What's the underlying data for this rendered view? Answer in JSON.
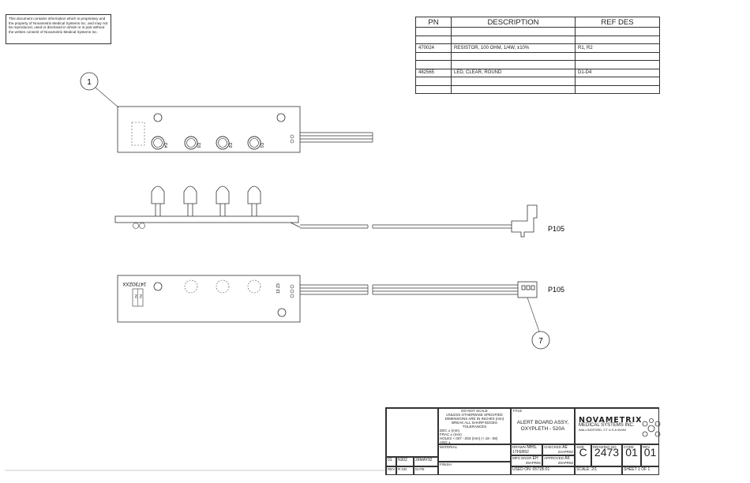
{
  "notice": "This document contains information which is proprietary and the property of Novametrix Medical Systems Inc. and may not be reproduced, used or disclosed in whole or in part without the written consent of Novametrix Medical Systems Inc.",
  "bom": {
    "headers": [
      "PN",
      "DESCRIPTION",
      "REF DES"
    ],
    "rows": [
      [
        "",
        "",
        ""
      ],
      [
        "",
        "",
        ""
      ],
      [
        "470024",
        "RESISTOR, 100 OHM, 1/4W, ±10%",
        "R1, R2"
      ],
      [
        "",
        "",
        ""
      ],
      [
        "",
        "",
        ""
      ],
      [
        "482565",
        "LED, CLEAR, ROUND",
        "D1-D4"
      ],
      [
        "",
        "",
        ""
      ],
      [
        "",
        "",
        ""
      ]
    ]
  },
  "callouts": {
    "top": "1",
    "bottom": "7"
  },
  "leds_top": [
    "D4",
    "D3",
    "D2",
    "D1"
  ],
  "resistors": [
    "R2",
    "R1"
  ],
  "board_pn": "2473OZXX",
  "pin_labels": "13 Z3",
  "connector_label_side": "P105",
  "connector_label_bottom": "P105",
  "title_block": {
    "notes": [
      "DO NOT SCALE",
      "UNLESS OTHERWISE SPECIFIED",
      "DIMENSIONS ARE IN INCHES (mm)",
      "BREAK ALL SHARP EDGES",
      "TOLERANCES"
    ],
    "tol_dec": "DEC ±",
    "tol_frac": "FRAC ±",
    "tol_holes": "HOLES +.007 -.003 (mm) (+.18 -.08)",
    "tol_ang": "ANG ±",
    "unit_mm": "(mm)",
    "material_label": "MATERIAL",
    "finish_label": "FINISH",
    "title_label": "TITLE",
    "title_line1": "ALERT BOARD ASSY,",
    "title_line2": "OXYPLETH - 520A",
    "company_logo": "NOVAMETRIX",
    "company_name": "MEDICAL SYSTEMS INC.",
    "company_addr": "WALLINGFORD, CT U.S.A 06492",
    "drawn_label": "DRAWN",
    "drawn_by": "MRL",
    "drawn_date": "17FEB92",
    "checked_label": "CHECKED",
    "checked_by": "AE",
    "checked_date": "24APR92",
    "mfg_label": "MFG ENGR",
    "mfg_by": "EH",
    "mfg_date": "29APR92",
    "approved_label": "APPROVED",
    "approved_by": "AK",
    "approved_date": "29APR92",
    "size_label": "SIZE",
    "size": "C",
    "drawing_no_label": "DRAWING NO",
    "drawing_no": "2473",
    "code_label": "CODE",
    "code": "01",
    "rev_label": "REV",
    "rev": "01",
    "used_on": "USED ON: 0571B-01",
    "scale": "SCALE: 2/1",
    "sheet": "SHEET 1 OF 1",
    "rev_row": [
      "01",
      "N302",
      "26MAY92"
    ],
    "rev_headers": [
      "REV",
      "R NO.",
      "DATE"
    ]
  }
}
